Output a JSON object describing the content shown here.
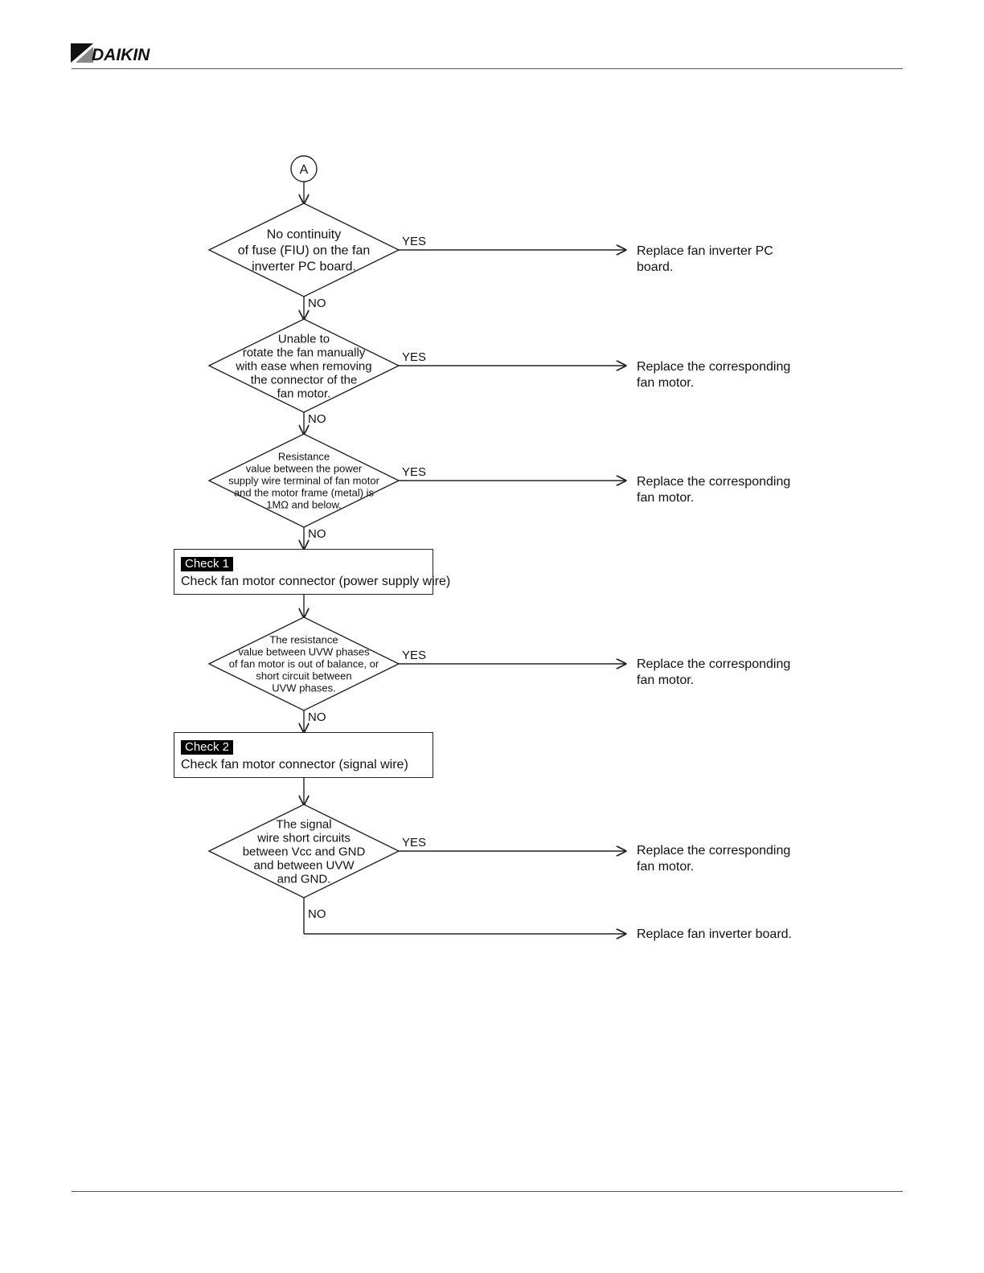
{
  "header": {
    "brand": "DAIKIN",
    "brand_color": "#000000",
    "logo_icon": "daikin-logo-icon"
  },
  "flowchart": {
    "start_connector": "A",
    "yes_label": "YES",
    "no_label": "NO",
    "decisions": [
      {
        "lines": [
          "No continuity",
          "of fuse (FIU) on the fan",
          "inverter PC board."
        ],
        "yes_outcome": "Replace fan inverter PC\nboard."
      },
      {
        "lines": [
          "Unable to",
          "rotate the fan manually",
          "with ease when removing",
          "the connector of the",
          "fan motor."
        ],
        "yes_outcome": "Replace the corresponding\nfan motor."
      },
      {
        "lines": [
          "Resistance",
          "value between the power",
          "supply wire terminal of fan motor",
          "and the motor frame (metal) is",
          "1MΩ and below."
        ],
        "yes_outcome": "Replace the corresponding\nfan motor."
      },
      {
        "lines": [
          "The resistance",
          "value between UVW phases",
          "of fan motor is out of balance, or",
          "short circuit between",
          "UVW phases."
        ],
        "yes_outcome": "Replace the corresponding\nfan motor."
      },
      {
        "lines": [
          "The signal",
          "wire short circuits",
          "between Vcc and GND",
          "and between UVW",
          "and GND."
        ],
        "yes_outcome": "Replace the corresponding\nfan motor."
      }
    ],
    "checks": [
      {
        "tag": "Check 1",
        "text": "Check fan motor connector (power supply wire)"
      },
      {
        "tag": "Check 2",
        "text": "Check fan motor connector (signal wire)"
      }
    ],
    "final_no_outcome": "Replace fan inverter board."
  }
}
